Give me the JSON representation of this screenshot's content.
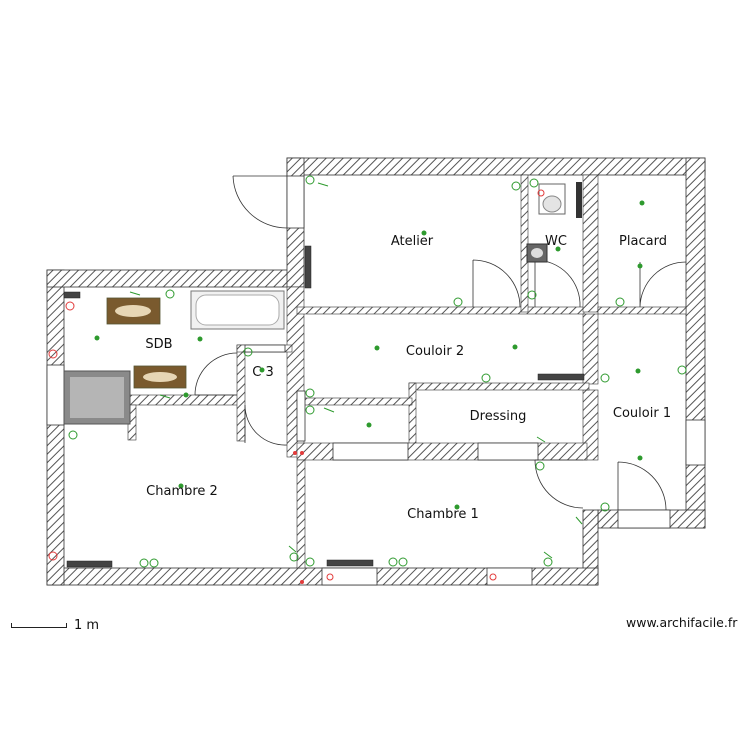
{
  "rooms": {
    "atelier": "Atelier",
    "wc": "WC",
    "placard": "Placard",
    "sdb": "SDB",
    "c3": "C 3",
    "couloir2": "Couloir 2",
    "dressing": "Dressing",
    "couloir1": "Couloir 1",
    "chambre2": "Chambre 2",
    "chambre1": "Chambre 1"
  },
  "footer": {
    "scale_label": "1 m",
    "site": "www.archifacile.fr"
  },
  "colors": {
    "wall_hatch": "#555555",
    "outlet_symbol": "#2e9a2e",
    "alert_symbol": "#e23b3b"
  }
}
